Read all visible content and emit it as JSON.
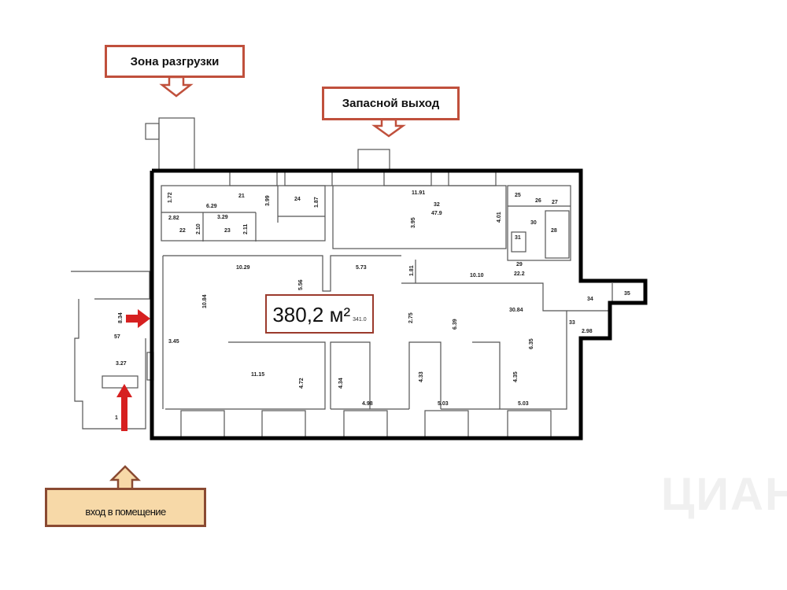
{
  "callouts": {
    "unloading_zone": "Зона разгрузки",
    "emergency_exit": "Запасной выход",
    "entrance": "вход в помещение"
  },
  "total_area": {
    "value": "380,2 м²",
    "sub": "341.0"
  },
  "watermark": "ЦИАН",
  "room_labels": {
    "r1": "1.72",
    "r2": "21",
    "r3": "6.29",
    "r4": "3.99",
    "r5": "24",
    "r6": "1.87",
    "r7": "2.82",
    "r8": "22",
    "r9": "2.10",
    "r10": "3.29",
    "r11": "23",
    "r12": "2.11",
    "r13": "10.29",
    "r14": "5.73",
    "r15": "10.84",
    "r16": "5.56",
    "r17": "11.91",
    "r18": "32",
    "r19": "47.9",
    "r20": "3.95",
    "r21": "4.01",
    "r22": "25",
    "r23": "26",
    "r24": "27",
    "r25": "30",
    "r26": "28",
    "r27": "31",
    "r28": "29",
    "r29": "22.2",
    "r30": "1.81",
    "r31": "10.10",
    "r32": "34",
    "r33": "35",
    "r34": "33",
    "r35": "2.98",
    "r36": "30.84",
    "r37": "2.75",
    "r38": "6.39",
    "r39": "6.35",
    "r40": "8.34",
    "r41": "57",
    "r42": "3.45",
    "r43": "3.27",
    "r44": "11.15",
    "r45": "4.72",
    "r46": "4.34",
    "r47": "4.33",
    "r48": "4.35",
    "r49": "4.98",
    "r50": "5.03",
    "r51": "5.03",
    "r52": "1"
  },
  "colors": {
    "arrow": "#d62020",
    "callout_border": "#c0503c",
    "entrance_fill": "#f7d9a8"
  }
}
